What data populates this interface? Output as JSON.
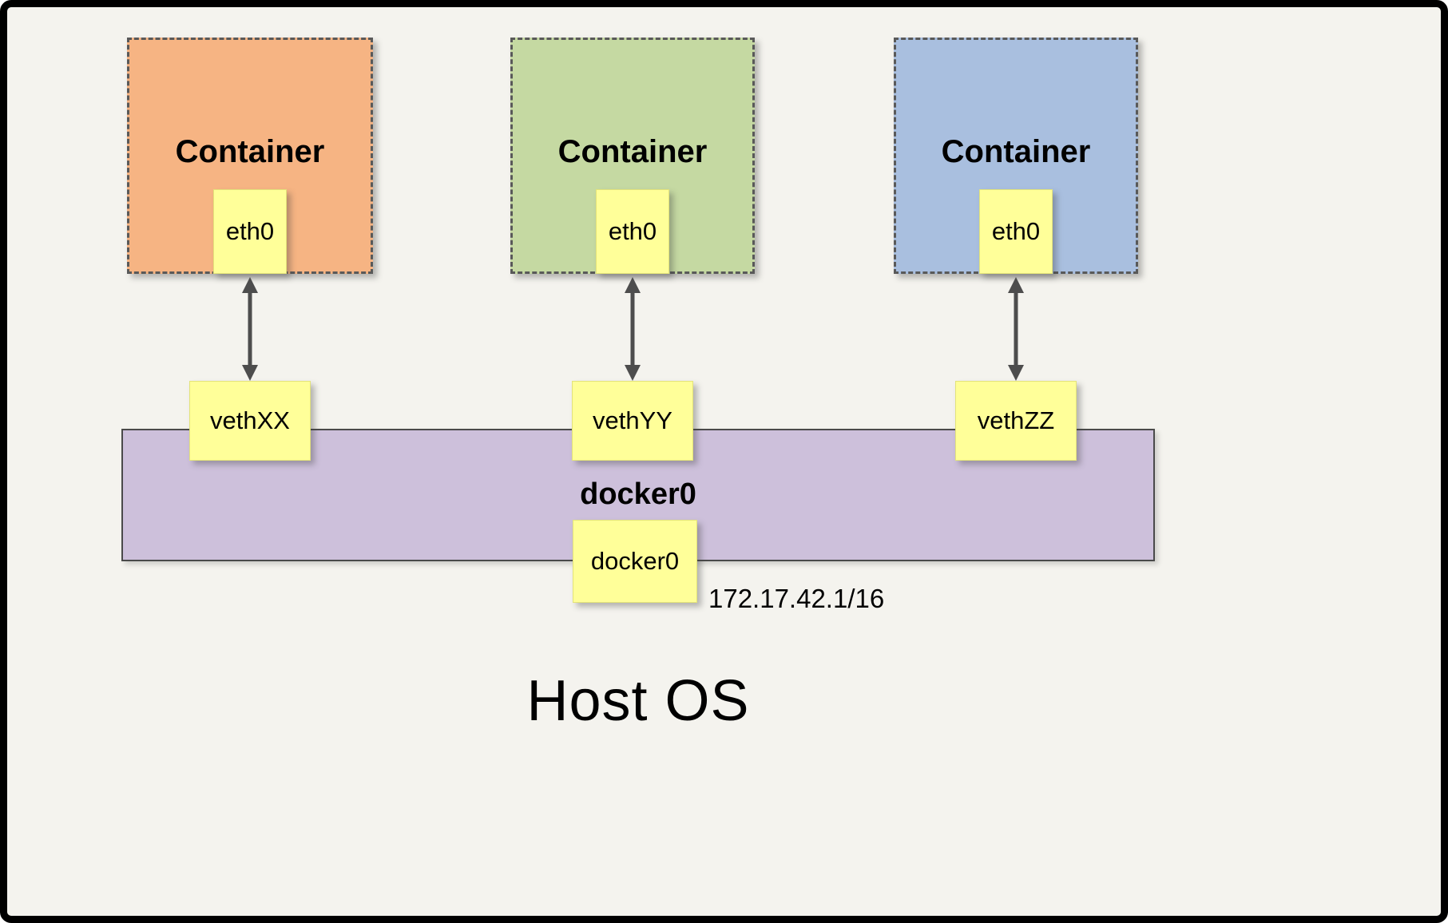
{
  "page": {
    "host_label": "Host OS",
    "background": "#f4f3ee"
  },
  "containers": [
    {
      "label": "Container",
      "eth_label": "eth0",
      "veth_label": "vethXX",
      "fill": "#F6B483"
    },
    {
      "label": "Container",
      "eth_label": "eth0",
      "veth_label": "vethYY",
      "fill": "#C5D9A2"
    },
    {
      "label": "Container",
      "eth_label": "eth0",
      "veth_label": "vethZZ",
      "fill": "#A9BFDF"
    }
  ],
  "bridge": {
    "title": "docker0",
    "interface_label": "docker0",
    "ip_address": "172.17.42.1/16",
    "fill": "#CDC0DB"
  },
  "colors": {
    "note_fill": "#FFFF99",
    "dashed_border": "#595959",
    "arrow": "#4D4D4D"
  }
}
